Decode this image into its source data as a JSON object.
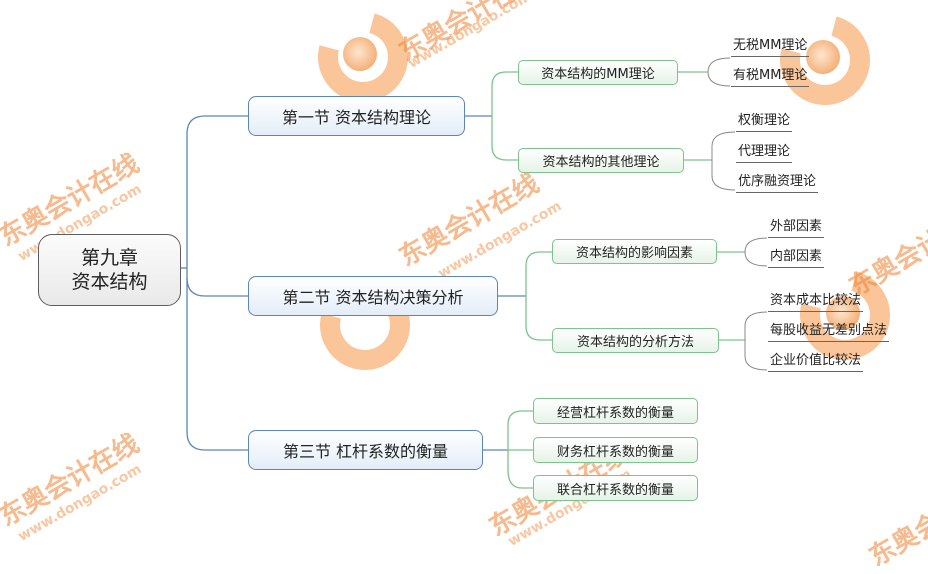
{
  "root": {
    "line1": "第九章",
    "line2": "资本结构"
  },
  "sections": [
    {
      "label": "第一节 资本结构理论",
      "children": [
        {
          "label": "资本结构的MM理论",
          "leaves": [
            "无税MM理论",
            "有税MM理论"
          ]
        },
        {
          "label": "资本结构的其他理论",
          "leaves": [
            "权衡理论",
            "代理理论",
            "优序融资理论"
          ]
        }
      ]
    },
    {
      "label": "第二节 资本结构决策分析",
      "children": [
        {
          "label": "资本结构的影响因素",
          "leaves": [
            "外部因素",
            "内部因素"
          ]
        },
        {
          "label": "资本结构的分析方法",
          "leaves": [
            "资本成本比较法",
            "每股收益无差别点法",
            "企业价值比较法"
          ]
        }
      ]
    },
    {
      "label": "第三节 杠杆系数的衡量",
      "children": [
        {
          "label": "经营杠杆系数的衡量",
          "leaves": []
        },
        {
          "label": "财务杠杆系数的衡量",
          "leaves": []
        },
        {
          "label": "联合杠杆系数的衡量",
          "leaves": []
        }
      ]
    }
  ],
  "watermark": {
    "brand": "东奥会计在线",
    "url": "www.dongao.com",
    "color": "#f08232"
  },
  "colors": {
    "l1_border": "#5b86b8",
    "l2_border": "#7cc38c",
    "leaf_line": "#888888",
    "root_border": "#5e5e5e"
  }
}
